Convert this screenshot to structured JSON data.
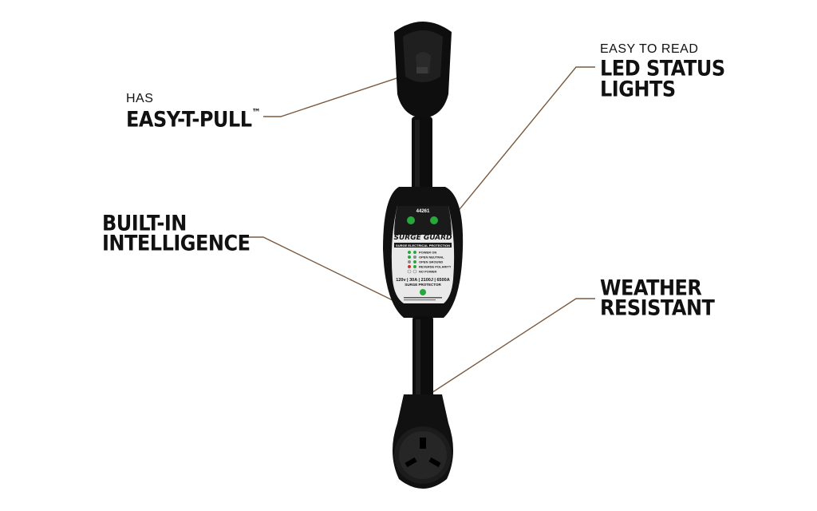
{
  "callouts": {
    "easy_pull": {
      "prefix": "HAS",
      "title": "EASY-T-PULL",
      "mark": "™"
    },
    "led": {
      "prefix": "EASY TO READ",
      "line1": "LED STATUS",
      "line2": "LIGHTS"
    },
    "intelligence": {
      "line1": "BUILT-IN",
      "line2": "INTELLIGENCE"
    },
    "weather": {
      "line1": "WEATHER",
      "line2": "RESISTANT"
    }
  },
  "device": {
    "model": "44261",
    "brand": "SURGE GUARD",
    "subtitle": "SURGE ELECTRICAL PROTECTION",
    "status_lights": [
      "POWER ON",
      "OPEN NEUTRAL",
      "OPEN GROUND",
      "REVERSE POLARITY",
      "NO POWER"
    ],
    "specs": "120v | 30A | 2100J | 6500A",
    "spec_caption": "SURGE PROTECTOR"
  },
  "colors": {
    "leader_line": "#7a5a40",
    "text": "#111111",
    "device_body": "#121212",
    "led_green": "#27a83b",
    "led_red": "#d1322b"
  }
}
